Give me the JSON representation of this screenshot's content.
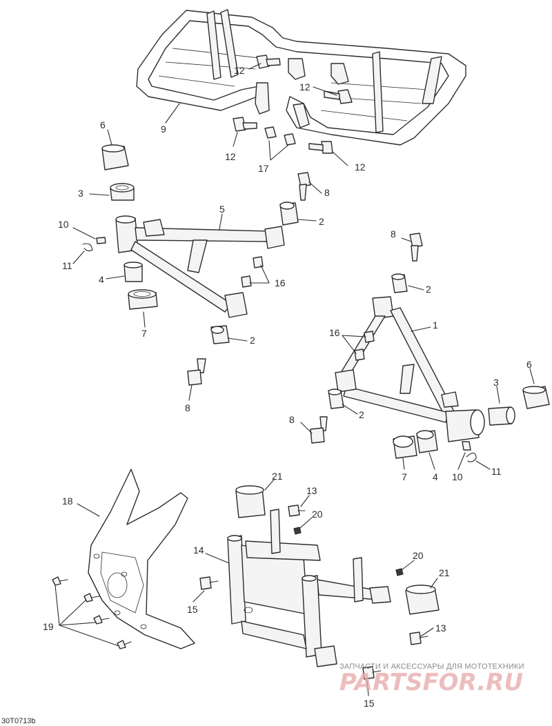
{
  "diagram": {
    "drawing_code": "30T0713b",
    "callouts": {
      "c1": "1",
      "c2a": "2",
      "c2b": "2",
      "c2c": "2",
      "c2d": "2",
      "c3a": "3",
      "c3b": "3",
      "c4a": "4",
      "c4b": "4",
      "c5": "5",
      "c6a": "6",
      "c6b": "6",
      "c7a": "7",
      "c7b": "7",
      "c8a": "8",
      "c8b": "8",
      "c8c": "8",
      "c8d": "8",
      "c9": "9",
      "c10a": "10",
      "c10b": "10",
      "c11a": "11",
      "c11b": "11",
      "c12a": "12",
      "c12b": "12",
      "c12c": "12",
      "c12d": "12",
      "c13a": "13",
      "c13b": "13",
      "c14": "14",
      "c15a": "15",
      "c15b": "15",
      "c16a": "16",
      "c16b": "16",
      "c17": "17",
      "c18": "18",
      "c19": "19",
      "c20a": "20",
      "c20b": "20",
      "c21a": "21",
      "c21b": "21"
    }
  },
  "watermark": {
    "tagline": "ЗАПЧАСТИ И АКСЕССУАРЫ ДЛЯ МОТОТЕХНИКИ",
    "logo": "PARTSFOR.RU",
    "color": "#e7a7a7"
  }
}
